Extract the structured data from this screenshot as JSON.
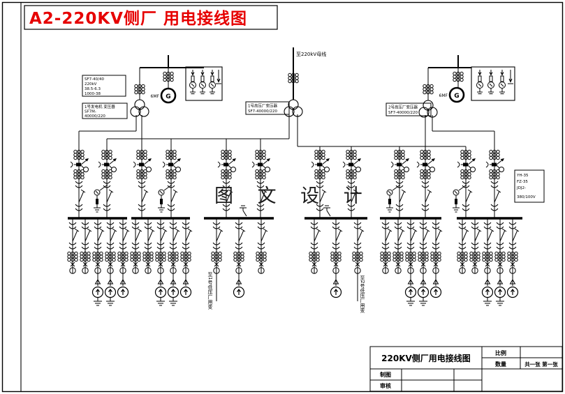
{
  "page": {
    "title": "A2-220KV侧厂 用电接线图",
    "watermark": "图 文 设 计"
  },
  "labels": {
    "to_220kv_bus": "至220kV母线",
    "gen_letter": "G",
    "gen1_tag": "6MF",
    "gen2_tag": "6MF",
    "tx_left_spec": {
      "l1": "SF7-40/40",
      "l2": "220kV",
      "l3": "38.5-6.3",
      "l4": "1000-38"
    },
    "tx_left_name": {
      "l1": "1号发电机 变压器",
      "l2": "SF7M-",
      "l3": "40000/220"
    },
    "tx_center_name": {
      "l1": "1号高压厂变压器",
      "l2": "SF7-40000/220"
    },
    "tx_right_name": {
      "l1": "2号高压厂变压器",
      "l2": "SF7-40000/220"
    },
    "pt_box_spec": {
      "l1": "YH-35",
      "l2": "FZ-35",
      "l3": "JDJ2-",
      "l4": "380/100V"
    },
    "feeder_label_b3": "至1号低压厂用变",
    "feeder_label_b4": "至2号低压厂用变"
  },
  "title_block": {
    "drawing_title": "220KV侧厂用电接线图",
    "scale_label": "比例",
    "quantity_label": "数量",
    "sheet_info": "共一张  第一张",
    "drafter_label": "制图",
    "reviewer_label": "审核"
  }
}
